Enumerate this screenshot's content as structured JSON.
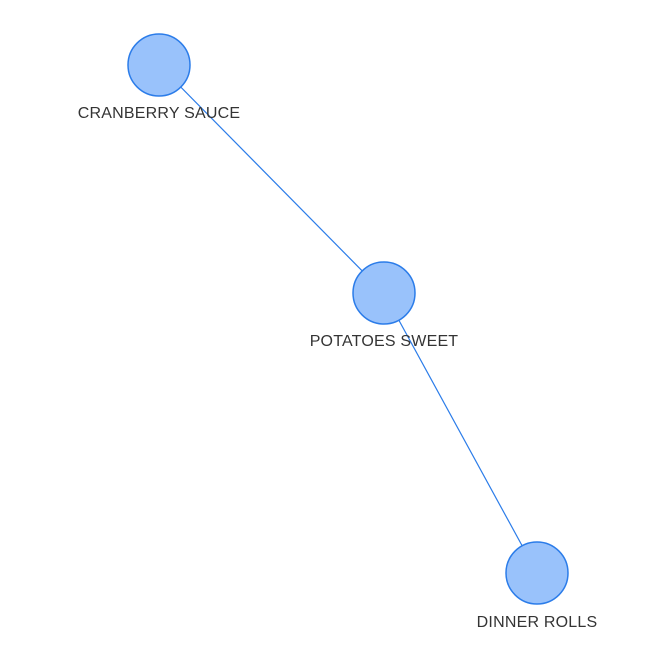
{
  "colors": {
    "node_fill": "#99c2fb",
    "node_stroke": "#2b7ce9",
    "edge": "#2b7ce9",
    "label": "#343434",
    "background": "#ffffff"
  },
  "graph": {
    "nodes": [
      {
        "id": "cranberry",
        "label": "CRANBERRY SAUCE"
      },
      {
        "id": "potatoes",
        "label": "POTATOES SWEET"
      },
      {
        "id": "rolls",
        "label": "DINNER ROLLS"
      }
    ],
    "edges": [
      {
        "from": "cranberry",
        "to": "potatoes"
      },
      {
        "from": "potatoes",
        "to": "rolls"
      }
    ]
  }
}
